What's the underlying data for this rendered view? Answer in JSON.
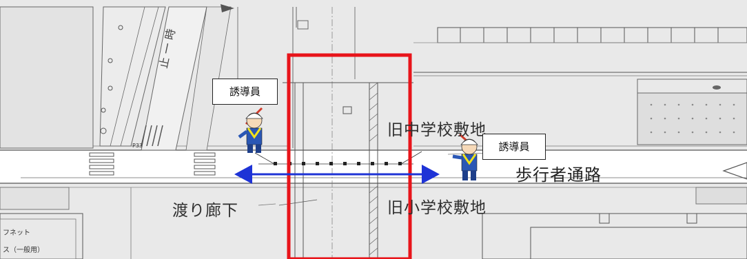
{
  "labels": {
    "old_middle_school": "旧中学校敷地",
    "old_elementary_school": "旧小学校敷地",
    "corridor": "渡り廊下",
    "pedestrian_path": "歩行者通路",
    "guide_left": "誘導員",
    "guide_right": "誘導員",
    "side_note_1": "フネット",
    "side_note_2": "ス（一般用）",
    "parking_mark": "P33"
  },
  "colors": {
    "background": "#e9e9e9",
    "highlight_frame": "#e8141a",
    "arrow": "#1e33d6",
    "line_art": "#555555"
  },
  "icons": {
    "arrow": "double-headed-arrow",
    "guide": "traffic-guide-person-icon"
  }
}
